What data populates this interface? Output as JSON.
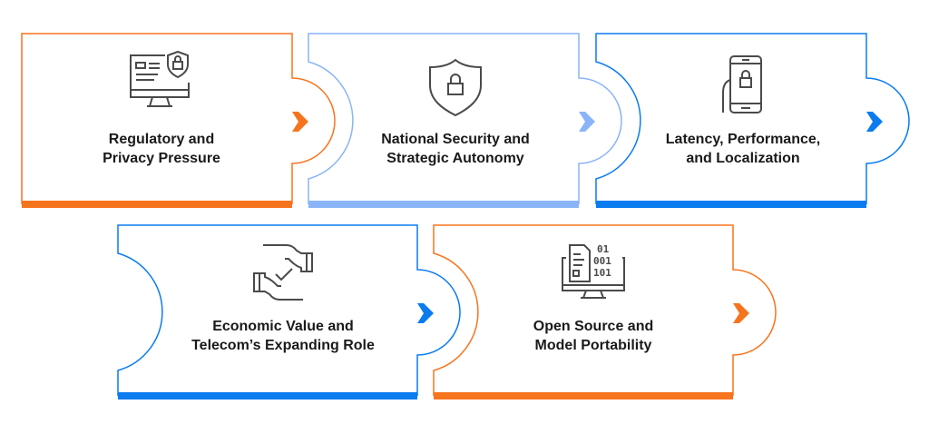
{
  "colors": {
    "orange": "#F7741F",
    "light_blue": "#8AB4F8",
    "blue": "#0A7CF0",
    "icon": "#4a4a4a"
  },
  "cards": [
    {
      "title_line1": "Regulatory and",
      "title_line2": "Privacy Pressure",
      "icon": "monitor-shield-lock-icon",
      "color": "orange"
    },
    {
      "title_line1": "National Security and",
      "title_line2": "Strategic Autonomy",
      "icon": "shield-lock-icon",
      "color": "light_blue"
    },
    {
      "title_line1": "Latency, Performance,",
      "title_line2": "and Localization",
      "icon": "phone-lock-icon",
      "color": "blue"
    },
    {
      "title_line1": "Economic Value and",
      "title_line2": "Telecom’s Expanding Role",
      "icon": "hands-check-icon",
      "color": "blue"
    },
    {
      "title_line1": "Open Source and",
      "title_line2": "Model Portability",
      "icon": "monitor-code-icon",
      "color": "orange"
    }
  ]
}
